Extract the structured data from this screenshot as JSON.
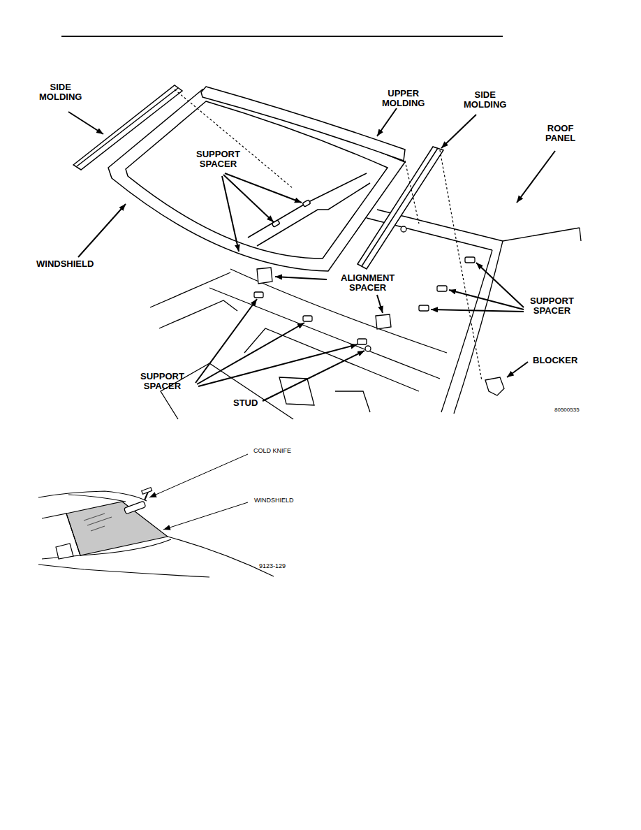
{
  "diagram": {
    "labels": [
      "SIDE MOLDING",
      "UPPER MOLDING",
      "SIDE MOLDING",
      "ROOF PANEL",
      "SUPPORT SPACER",
      "WINDSHIELD",
      "ALIGNMENT SPACER",
      "SUPPORT SPACER",
      "BLOCKER",
      "SUPPORT SPACER",
      "STUD",
      "80500535",
      "COLD KNIFE",
      "WINDSHIELD",
      "9123-129"
    ]
  }
}
